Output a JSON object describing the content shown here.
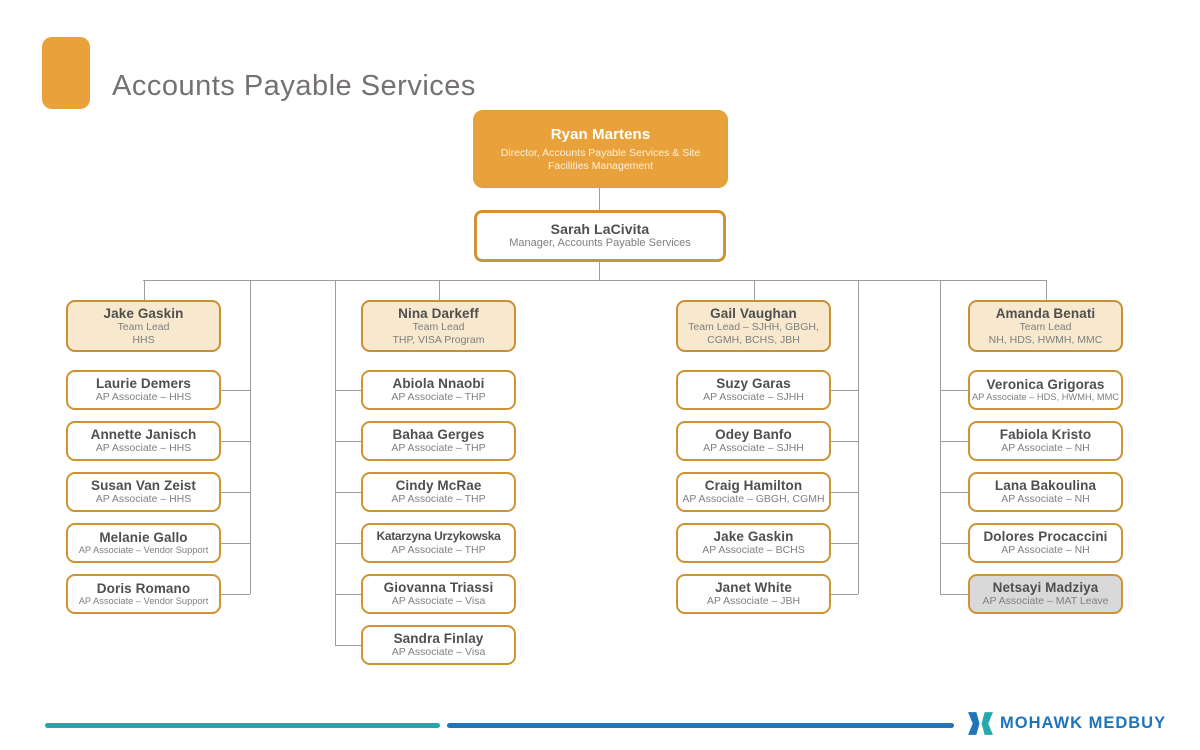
{
  "title": "Accounts Payable Services",
  "director": {
    "name": "Ryan Martens",
    "role": "Director, Accounts Payable Services & Site Facilities Management"
  },
  "manager": {
    "name": "Sarah LaCivita",
    "role": "Manager, Accounts Payable Services"
  },
  "teams": [
    {
      "lead": {
        "name": "Jake Gaskin",
        "role_line1": "Team Lead",
        "role_line2": "HHS"
      },
      "members": [
        {
          "name": "Laurie Demers",
          "role": "AP Associate – HHS"
        },
        {
          "name": "Annette Janisch",
          "role": "AP Associate – HHS"
        },
        {
          "name": "Susan Van Zeist",
          "role": "AP Associate – HHS"
        },
        {
          "name": "Melanie Gallo",
          "role": "AP Associate – Vendor Support"
        },
        {
          "name": "Doris Romano",
          "role": "AP Associate – Vendor Support"
        }
      ]
    },
    {
      "lead": {
        "name": "Nina Darkeff",
        "role_line1": "Team Lead",
        "role_line2": "THP, VISA Program"
      },
      "members": [
        {
          "name": "Abiola Nnaobi",
          "role": "AP Associate – THP"
        },
        {
          "name": "Bahaa Gerges",
          "role": "AP Associate – THP"
        },
        {
          "name": "Cindy McRae",
          "role": "AP Associate – THP"
        },
        {
          "name": "Katarzyna Urzykowska",
          "role": "AP Associate – THP"
        },
        {
          "name": "Giovanna Triassi",
          "role": "AP Associate – Visa"
        },
        {
          "name": "Sandra Finlay",
          "role": "AP Associate – Visa"
        }
      ]
    },
    {
      "lead": {
        "name": "Gail Vaughan",
        "role_line1": "Team Lead – SJHH, GBGH,",
        "role_line2": "CGMH, BCHS, JBH"
      },
      "members": [
        {
          "name": "Suzy Garas",
          "role": "AP Associate – SJHH"
        },
        {
          "name": "Odey Banfo",
          "role": "AP Associate – SJHH"
        },
        {
          "name": "Craig Hamilton",
          "role": "AP Associate – GBGH, CGMH"
        },
        {
          "name": "Jake Gaskin",
          "role": "AP Associate – BCHS"
        },
        {
          "name": "Janet White",
          "role": "AP Associate – JBH"
        }
      ]
    },
    {
      "lead": {
        "name": "Amanda Benati",
        "role_line1": "Team Lead",
        "role_line2": "NH, HDS, HWMH, MMC"
      },
      "members": [
        {
          "name": "Veronica Grigoras",
          "role": "AP Associate – HDS, HWMH, MMC"
        },
        {
          "name": "Fabiola Kristo",
          "role": "AP Associate – NH"
        },
        {
          "name": "Lana Bakoulina",
          "role": "AP Associate – NH"
        },
        {
          "name": "Dolores Procaccini",
          "role": "AP Associate – NH"
        },
        {
          "name": "Netsayi Madziya",
          "role": "AP Associate – MAT Leave",
          "variant": "gray"
        }
      ]
    }
  ],
  "footer": {
    "logo_text": "MOHAWK MEDBUY"
  },
  "colors": {
    "accent_orange": "#E9A23B",
    "box_border": "#CE9433",
    "lead_fill": "#F7E8CE",
    "gray_fill": "#D9D9D9",
    "connector_gray": "#9C9C9C",
    "footer_teal": "#1FA8AD",
    "footer_blue": "#2175B8",
    "logo_blue": "#1F75BC",
    "logo_teal": "#28A9AE",
    "title_gray": "#757171"
  }
}
